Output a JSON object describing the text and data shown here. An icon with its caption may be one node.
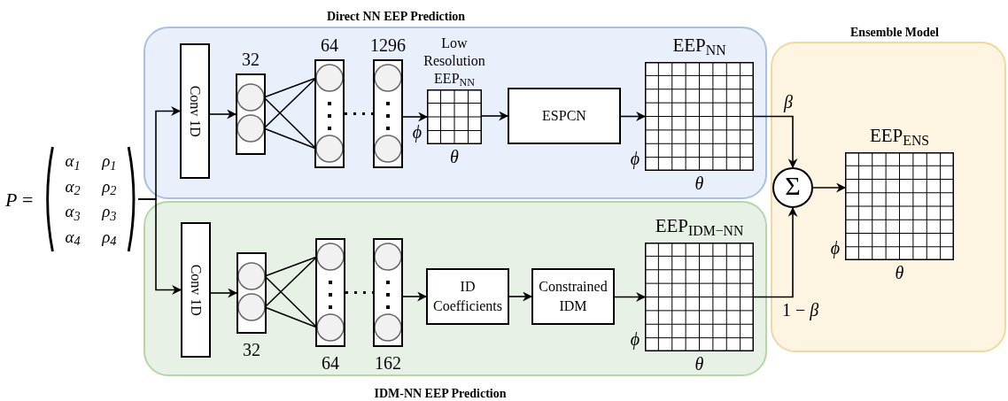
{
  "diagram": {
    "nodes": [
      {
        "text": [
          "Direct NN EEP Prediction"
        ]
      },
      {
        "text": [
          "IDM-NN EEP Prediction"
        ]
      },
      {
        "text": [
          "Ensemble Model"
        ]
      },
      {
        "text": [
          "*P* =",
          "α$_{1}$",
          "ρ$_{1}$",
          "α$_{2}$",
          "ρ$_{2}$",
          "α$_{3}$",
          "ρ$_{3}$",
          "α$_{4}$",
          "ρ$_{4}$"
        ]
      },
      {
        "text": [
          "Conv 1D"
        ],
        "in": 0
      },
      {
        "text": [],
        "shape": "box",
        "beside": [
          "32"
        ],
        "in": 0
      },
      {
        "text": [],
        "shape": "box",
        "beside": [
          "64"
        ],
        "in": 0
      },
      {
        "text": [],
        "shape": "box",
        "beside": [
          "1296"
        ],
        "in": 0
      },
      {
        "text": [
          "Low Resolution EEP$_{NN}$"
        ],
        "beside": [
          "ϕ",
          "θ"
        ],
        "in": 0
      },
      {
        "text": [
          "ESPCN"
        ],
        "in": 0
      },
      {
        "text": [
          "EEP$_{NN}$"
        ],
        "beside": [
          "ϕ",
          "θ"
        ],
        "in": 0
      },
      {
        "text": [
          "Conv 1D"
        ],
        "in": 1
      },
      {
        "text": [],
        "shape": "box",
        "beside": [
          "32"
        ],
        "in": 1
      },
      {
        "text": [],
        "shape": "box",
        "beside": [
          "64"
        ],
        "in": 1
      },
      {
        "text": [],
        "shape": "box",
        "beside": [
          "162"
        ],
        "in": 1
      },
      {
        "text": [
          "ID Coefficients"
        ],
        "in": 1
      },
      {
        "text": [
          "Constrained IDM"
        ],
        "in": 1
      },
      {
        "text": [
          "EEP$_{IDM−NN}$"
        ],
        "beside": [
          "ϕ",
          "θ"
        ],
        "in": 1
      },
      {
        "text": [
          "Σ"
        ],
        "in": 2
      },
      {
        "text": [
          "EEP$_{ENS}$"
        ],
        "beside": [
          "ϕ",
          "θ"
        ],
        "in": 2
      }
    ],
    "edges": [
      {
        "from": 3,
        "to": 4,
        "arrow": "to"
      },
      {
        "from": 3,
        "to": 11,
        "arrow": "to"
      },
      {
        "from": 4,
        "to": 5,
        "arrow": "to"
      },
      {
        "from": 5,
        "to": 6,
        "arrow": "none"
      },
      {
        "from": 6,
        "to": 7,
        "arrow": "none",
        "style": "dashed"
      },
      {
        "from": 7,
        "to": 8,
        "arrow": "to"
      },
      {
        "from": 8,
        "to": 9,
        "arrow": "to"
      },
      {
        "from": 9,
        "to": 10,
        "arrow": "to"
      },
      {
        "from": 10,
        "to": 18,
        "arrow": "to",
        "label": "β"
      },
      {
        "from": 11,
        "to": 12,
        "arrow": "to"
      },
      {
        "from": 12,
        "to": 13,
        "arrow": "none"
      },
      {
        "from": 13,
        "to": 14,
        "arrow": "none",
        "style": "dashed"
      },
      {
        "from": 14,
        "to": 15,
        "arrow": "to"
      },
      {
        "from": 15,
        "to": 16,
        "arrow": "to"
      },
      {
        "from": 16,
        "to": 17,
        "arrow": "to"
      },
      {
        "from": 17,
        "to": 18,
        "arrow": "to",
        "label": "1 − *β*"
      },
      {
        "from": 18,
        "to": 19,
        "arrow": "to"
      }
    ]
  }
}
